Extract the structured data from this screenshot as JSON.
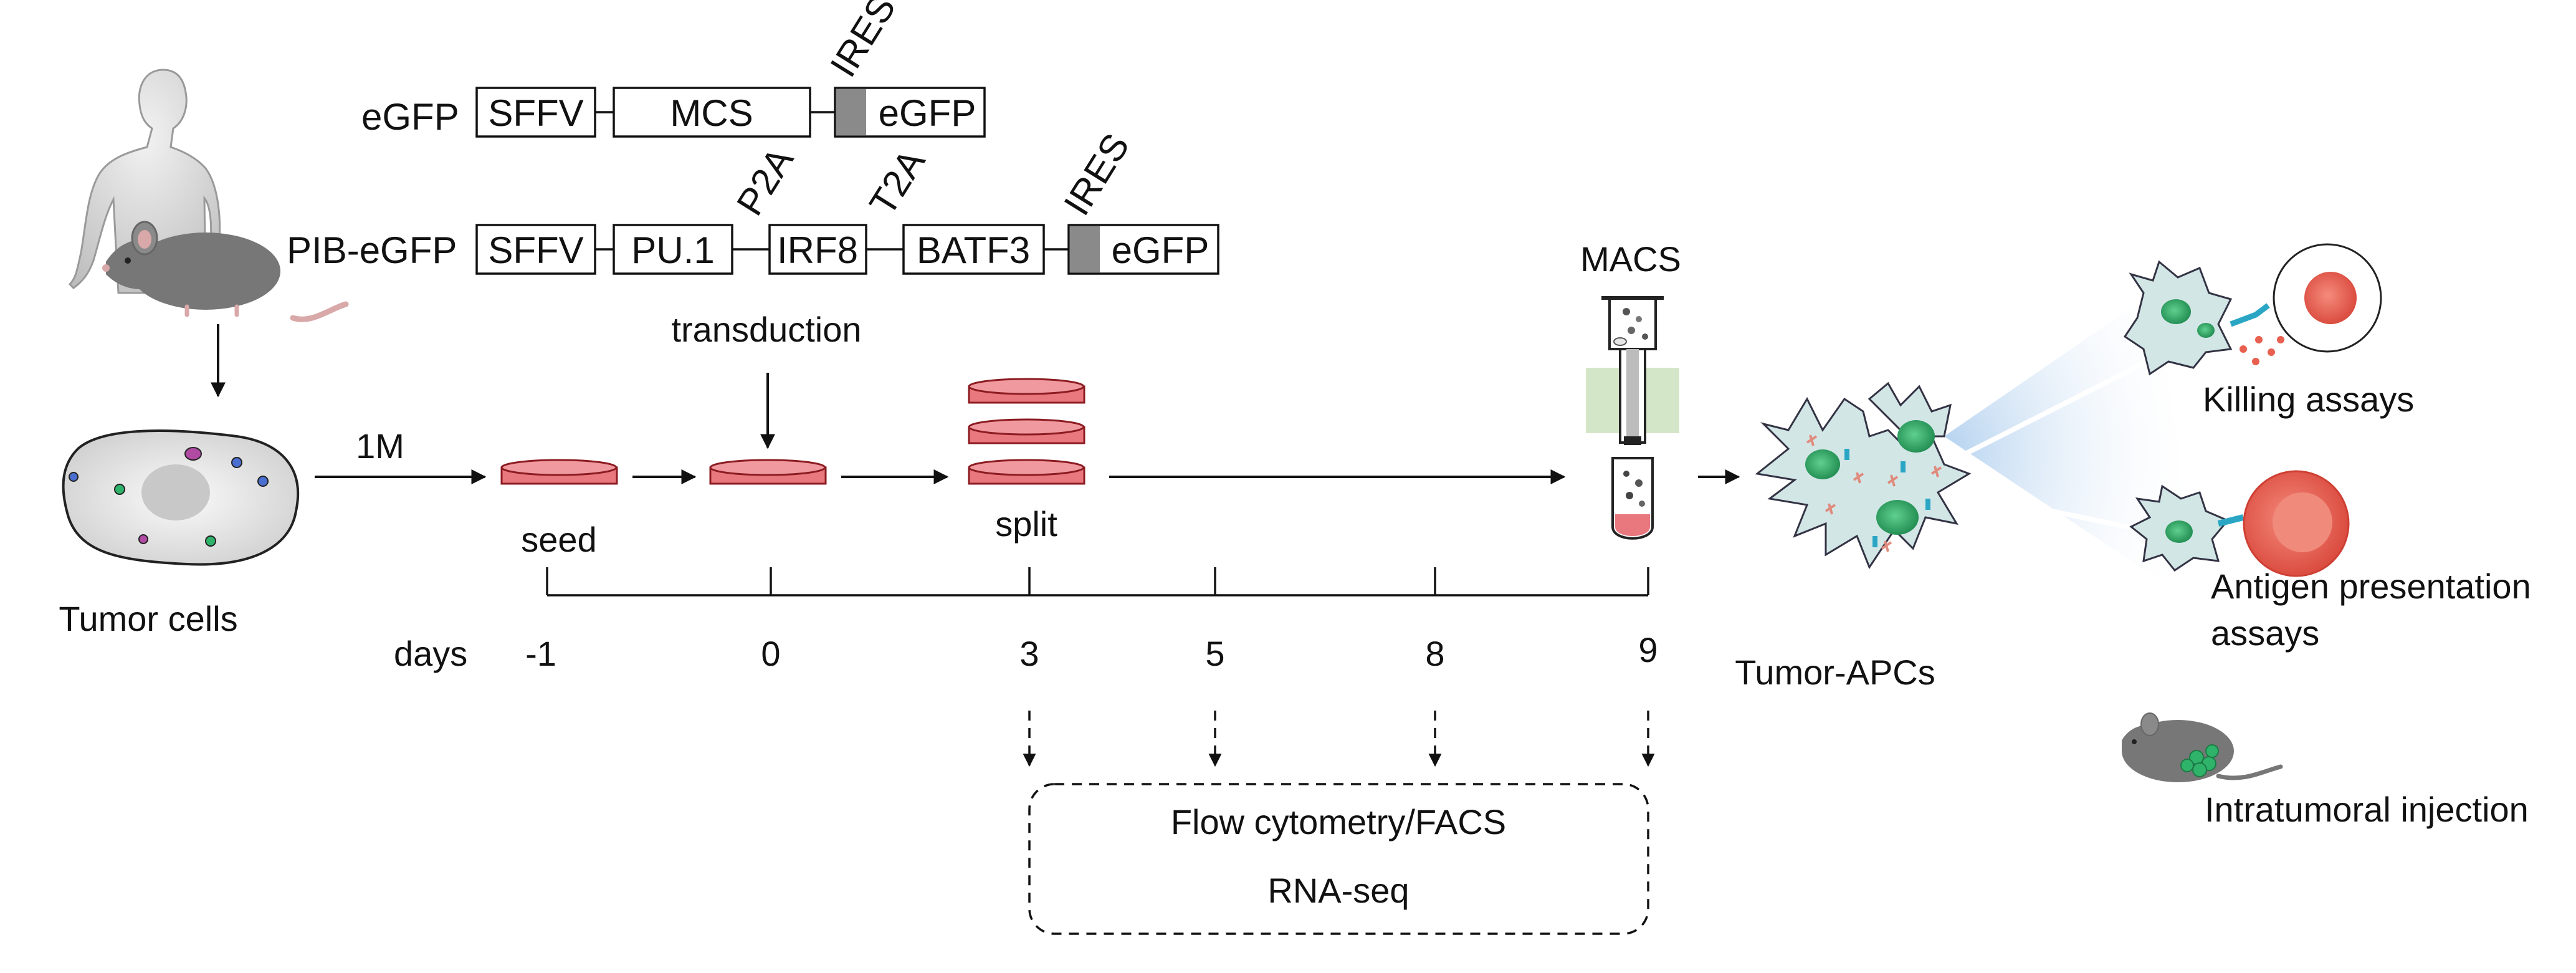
{
  "constructs": {
    "egfp": {
      "label": "eGFP",
      "promoter": "SFFV",
      "mcs": "MCS",
      "ires": "IRES",
      "reporter": "eGFP"
    },
    "pib": {
      "label": "PIB-eGFP",
      "promoter": "SFFV",
      "gene1": "PU.1",
      "link1": "P2A",
      "gene2": "IRF8",
      "link2": "T2A",
      "gene3": "BATF3",
      "ires": "IRES",
      "reporter": "eGFP"
    }
  },
  "workflow": {
    "source_label": "Tumor cells",
    "cell_count": "1M",
    "seed_label": "seed",
    "transduction_label": "transduction",
    "split_label": "split",
    "macs_label": "MACS",
    "days_label": "days",
    "days": [
      "-1",
      "0",
      "3",
      "5",
      "8",
      "9"
    ]
  },
  "analysis": {
    "line1": "Flow cytometry/FACS",
    "line2": "RNA-seq"
  },
  "outcome": {
    "label": "Tumor-APCs",
    "assays": [
      "Killing assays",
      "Antigen presentation",
      "assays",
      "Intratumoral injection"
    ]
  },
  "colors": {
    "dish_fill": "#e8777e",
    "dish_stroke": "#8c1c22",
    "cell_body": "#e4e4e4",
    "apc_body": "#d2e6e6",
    "gfp_green": "#2fb36a",
    "gray_bar": "#8a8a8a",
    "macs_magnet": "#d4e6c8",
    "glow": "#bcd6ee",
    "mouse": "#777777",
    "tail": "#d9a8a8",
    "target_red": "#e8604f"
  }
}
